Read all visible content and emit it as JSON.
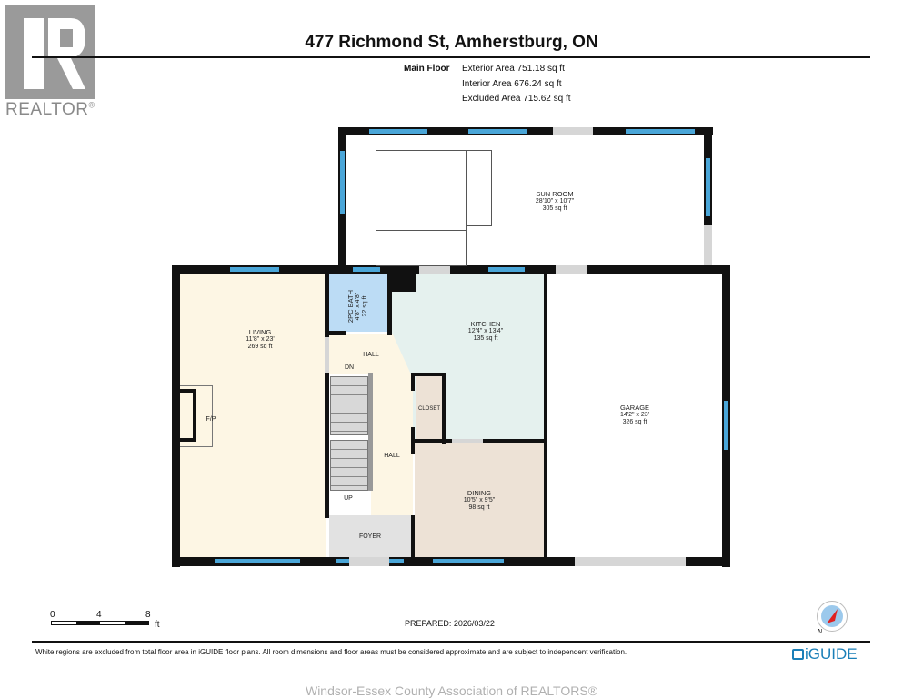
{
  "header": {
    "title": "477 Richmond St, Amherstburg, ON",
    "logo_text": "REALTOR",
    "logo_mark": "®"
  },
  "areas": {
    "floor_label": "Main Floor",
    "exterior": "Exterior Area 751.18 sq ft",
    "interior": "Interior Area 676.24 sq ft",
    "excluded": "Excluded Area 715.62 sq ft"
  },
  "rooms": [
    {
      "name": "SUN ROOM",
      "dims": "28'10\" x 10'7\"",
      "area": "305 sq ft",
      "color": "#ffffff"
    },
    {
      "name": "LIVING",
      "dims": "11'8\" x 23'",
      "area": "269 sq ft",
      "color": "#fdf6e4"
    },
    {
      "name": "2PC BATH",
      "dims": "4'8\" x 4'8\"",
      "area": "22 sq ft",
      "color": "#bcdcf5"
    },
    {
      "name": "KITCHEN",
      "dims": "12'4\" x 13'4\"",
      "area": "135 sq ft",
      "color": "#e5f1ee"
    },
    {
      "name": "GARAGE",
      "dims": "14'2\" x 23'",
      "area": "326 sq ft",
      "color": "#ffffff"
    },
    {
      "name": "DINING",
      "dims": "10'5\" x 9'5\"",
      "area": "98 sq ft",
      "color": "#ede2d6"
    },
    {
      "name": "HALL",
      "color": "#fdf6e4"
    },
    {
      "name": "HALL",
      "color": "#fdf6e4"
    },
    {
      "name": "CLOSET",
      "color": "#ede2d6"
    },
    {
      "name": "FOYER",
      "color": "#e2e2e2"
    }
  ],
  "labels": {
    "fireplace": "F/P",
    "stairs_down": "DN",
    "stairs_up": "UP"
  },
  "scale": {
    "ticks": [
      "0",
      "4",
      "8"
    ],
    "unit": "ft"
  },
  "prepared": "PREPARED: 2026/03/22",
  "compass_label": "N",
  "disclaimer": "White regions are excluded from total floor area in iGUIDE floor plans. All room dimensions and floor areas must be considered approximate and are subject to independent verification.",
  "brand": "iGUIDE",
  "association": "Windsor-Essex County Association of REALTORS®",
  "colors": {
    "wall": "#111111",
    "window": "#4aa6d8",
    "door_swing": "#d6d6d6"
  }
}
